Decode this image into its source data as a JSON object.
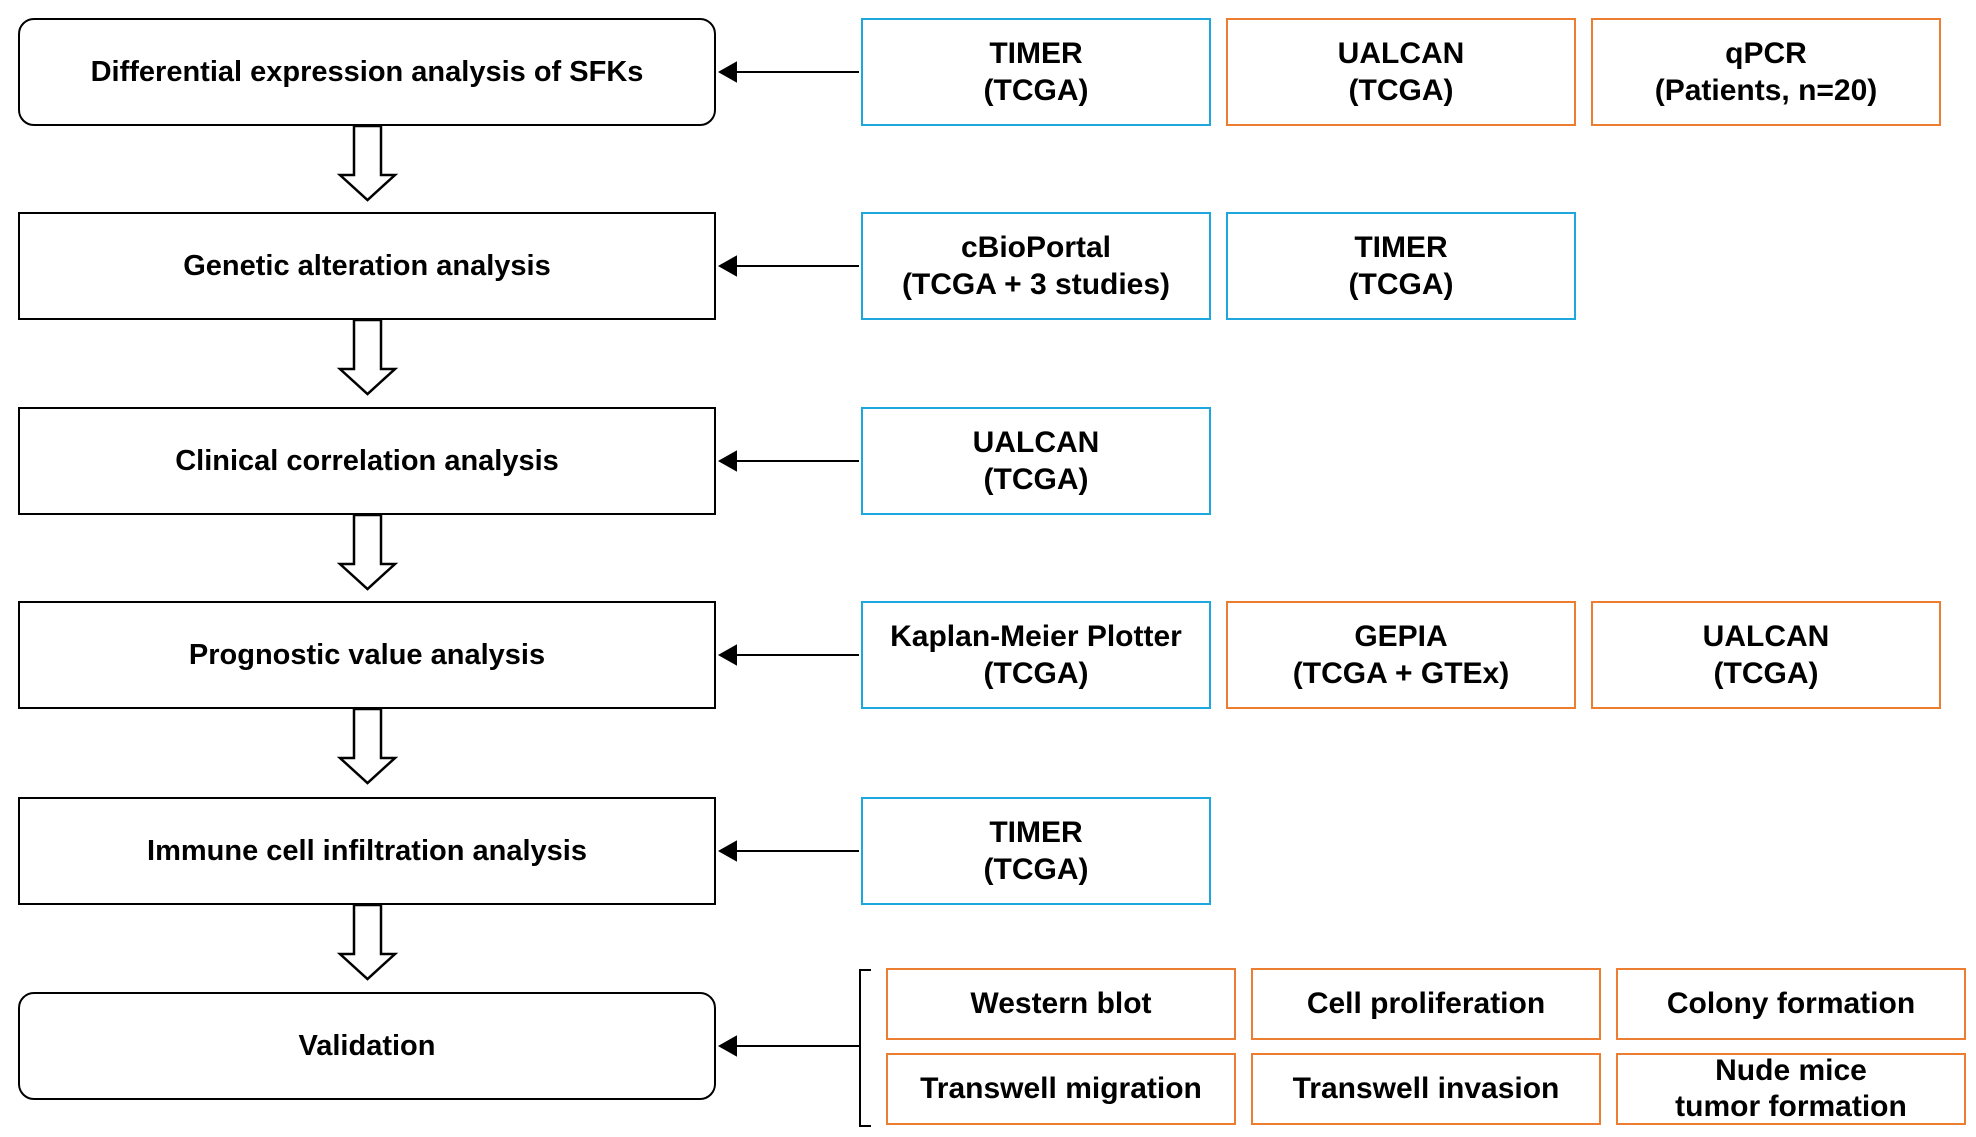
{
  "steps": [
    {
      "label": "Differential expression analysis of SFKs"
    },
    {
      "label": "Genetic alteration analysis"
    },
    {
      "label": "Clinical correlation analysis"
    },
    {
      "label": "Prognostic value analysis"
    },
    {
      "label": "Immune cell infiltration analysis"
    },
    {
      "label": "Validation"
    }
  ],
  "sources": {
    "row1": [
      {
        "line1": "TIMER",
        "line2": "(TCGA)",
        "color": "blue"
      },
      {
        "line1": "UALCAN",
        "line2": "(TCGA)",
        "color": "orange"
      },
      {
        "line1": "qPCR",
        "line2": "(Patients, n=20)",
        "color": "orange"
      }
    ],
    "row2": [
      {
        "line1": "cBioPortal",
        "line2": "(TCGA + 3 studies)",
        "color": "blue"
      },
      {
        "line1": "TIMER",
        "line2": "(TCGA)",
        "color": "blue"
      }
    ],
    "row3": [
      {
        "line1": "UALCAN",
        "line2": "(TCGA)",
        "color": "blue"
      }
    ],
    "row4": [
      {
        "line1": "Kaplan-Meier Plotter",
        "line2": "(TCGA)",
        "color": "blue"
      },
      {
        "line1": "GEPIA",
        "line2": "(TCGA + GTEx)",
        "color": "orange"
      },
      {
        "line1": "UALCAN",
        "line2": "(TCGA)",
        "color": "orange"
      }
    ],
    "row5": [
      {
        "line1": "TIMER",
        "line2": "(TCGA)",
        "color": "blue"
      }
    ]
  },
  "validation": [
    {
      "line1": "Western blot"
    },
    {
      "line1": "Cell proliferation"
    },
    {
      "line1": "Colony formation"
    },
    {
      "line1": "Transwell migration"
    },
    {
      "line1": "Transwell invasion"
    },
    {
      "line1": "Nude mice",
      "line2": "tumor formation"
    }
  ],
  "colors": {
    "blue": "#1EA7DE",
    "orange": "#ED7D31",
    "stroke": "#000000"
  }
}
